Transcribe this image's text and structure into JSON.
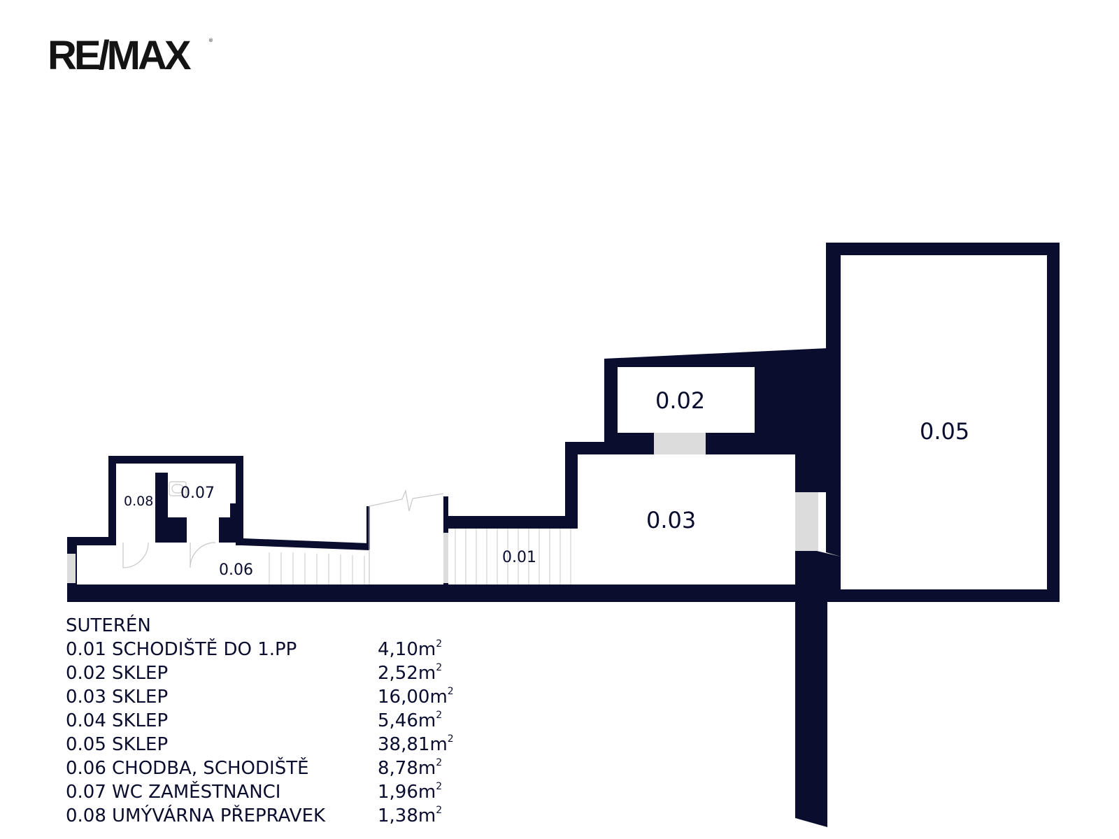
{
  "logo": {
    "text": "RE/MAX",
    "registered": "®"
  },
  "rooms": [
    {
      "id": "0.01",
      "label": "0.01"
    },
    {
      "id": "0.02",
      "label": "0.02"
    },
    {
      "id": "0.03",
      "label": "0.03"
    },
    {
      "id": "0.05",
      "label": "0.05"
    },
    {
      "id": "0.06",
      "label": "0.06"
    },
    {
      "id": "0.07",
      "label": "0.07"
    },
    {
      "id": "0.08",
      "label": "0.08"
    }
  ],
  "legend": {
    "title": "SUTERÉN",
    "unit_base": "m",
    "unit_exp": "2",
    "items": [
      {
        "code": "0.01",
        "name": "SCHODIŠTĚ DO 1.PP",
        "area": "4,10"
      },
      {
        "code": "0.02",
        "name": "SKLEP",
        "area": "2,52"
      },
      {
        "code": "0.03",
        "name": "SKLEP",
        "area": "16,00"
      },
      {
        "code": "0.04",
        "name": "SKLEP",
        "area": "5,46"
      },
      {
        "code": "0.05",
        "name": "SKLEP",
        "area": "38,81"
      },
      {
        "code": "0.06",
        "name": "CHODBA, SCHODIŠTĚ",
        "area": "8,78"
      },
      {
        "code": "0.07",
        "name": "WC ZAMĚSTNANCI",
        "area": "1,96"
      },
      {
        "code": "0.08",
        "name": "UMÝVÁRNA PŘEPRAVEK",
        "area": "1,38"
      }
    ]
  },
  "colors": {
    "wall": "#0a0d2e",
    "opening": "#dcdcdc",
    "floor": "#ffffff"
  }
}
